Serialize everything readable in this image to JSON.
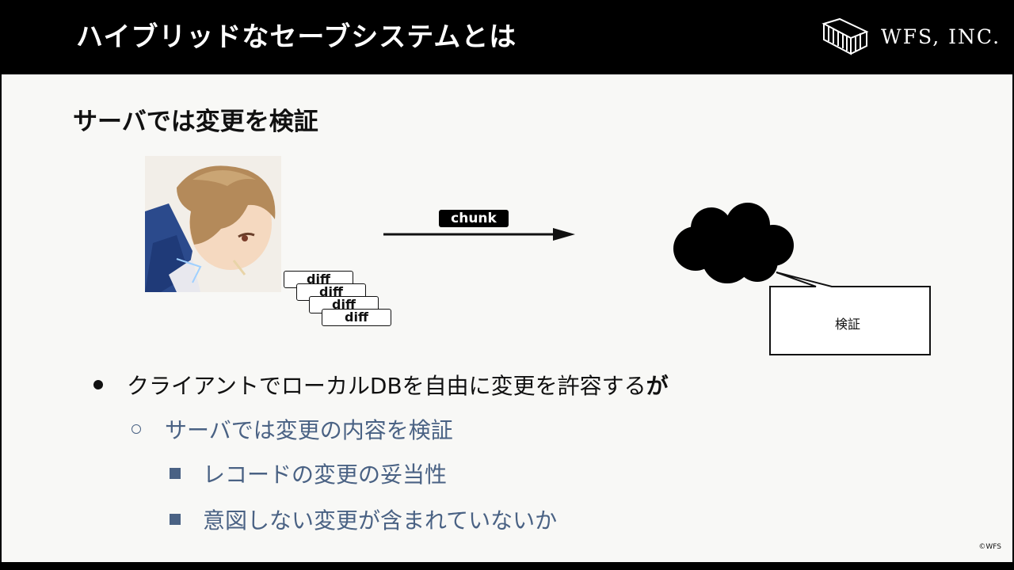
{
  "header": {
    "title": "ハイブリッドなセーブシステムとは",
    "logo_text": "WFS, INC."
  },
  "slide": {
    "subtitle": "サーバでは変更を検証",
    "diagram": {
      "diff_labels": [
        "diff",
        "diff",
        "diff",
        "diff"
      ],
      "chunk_label": "chunk",
      "bubble_text": "検証"
    },
    "bullets": {
      "level1": {
        "text": "クライアントでローカルDBを自由に変更を許容する",
        "bold_suffix": "が"
      },
      "level2": "サーバでは変更の内容を検証",
      "level3": [
        "レコードの変更の妥当性",
        "意図しない変更が含まれていないか"
      ]
    },
    "copyright": "©WFS"
  },
  "colors": {
    "header_bg": "#000000",
    "slide_bg": "#f8f8f6",
    "sub_bullet": "#4a6284"
  },
  "icons": {
    "logo": "wfs-logo-mark",
    "avatar": "character-illustration",
    "server": "cloud-icon"
  }
}
